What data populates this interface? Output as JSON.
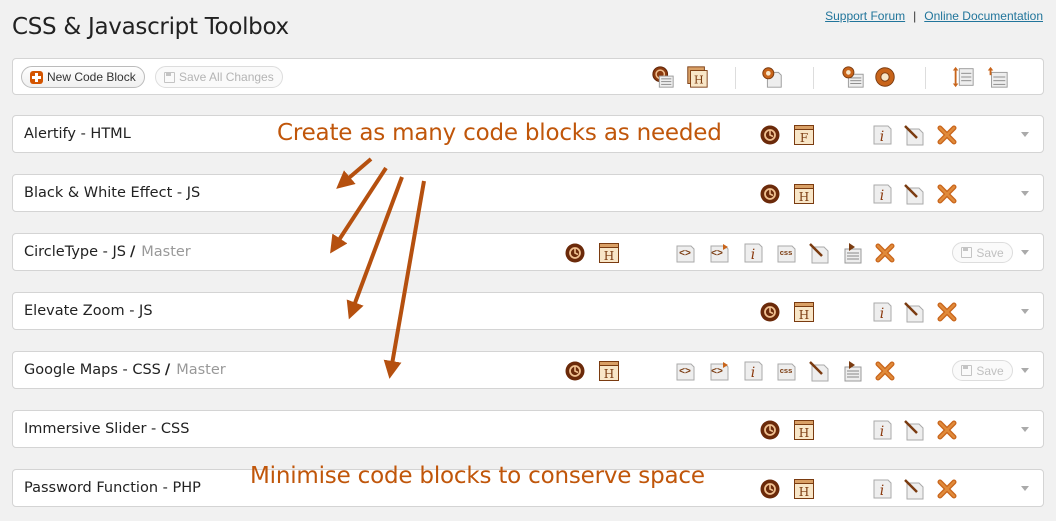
{
  "header": {
    "title": "CSS & Javascript Toolbox",
    "links": [
      {
        "label": "Support Forum"
      },
      {
        "label": "Online Documentation"
      }
    ],
    "separator": "|"
  },
  "toolbar": {
    "new_block_label": "New Code Block",
    "save_all_label": "Save All Changes",
    "icons": [
      "revisions-toolbar-icon",
      "template-toolbar-icon",
      "settings-page-icon",
      "settings-list-icon",
      "global-settings-icon",
      "sort-order-icon",
      "expand-collapse-icon"
    ]
  },
  "blocks": [
    {
      "name": "Alertify - HTML",
      "master": "",
      "expanded": false,
      "location_glyph": "F"
    },
    {
      "name": "Black & White Effect - JS",
      "master": "",
      "expanded": false,
      "location_glyph": "H"
    },
    {
      "name": "CircleType - JS",
      "master": "Master",
      "expanded": true,
      "location_glyph": "H"
    },
    {
      "name": "Elevate Zoom - JS",
      "master": "",
      "expanded": false,
      "location_glyph": "H"
    },
    {
      "name": "Google Maps - CSS",
      "master": "Master",
      "expanded": true,
      "location_glyph": "H"
    },
    {
      "name": "Immersive Slider - CSS",
      "master": "",
      "expanded": false,
      "location_glyph": "H"
    },
    {
      "name": "Password Function - PHP",
      "master": "",
      "expanded": false,
      "location_glyph": "H"
    }
  ],
  "block_save_label": "Save",
  "slash": "/",
  "annotations": {
    "top": "Create as many code blocks as needed",
    "bottom": "Minimise code blocks to conserve space"
  },
  "colors": {
    "accent_orange": "#c0560a",
    "icon_brown": "#8b3a0e",
    "delete_orange": "#c8641a",
    "link_blue": "#21759b"
  }
}
